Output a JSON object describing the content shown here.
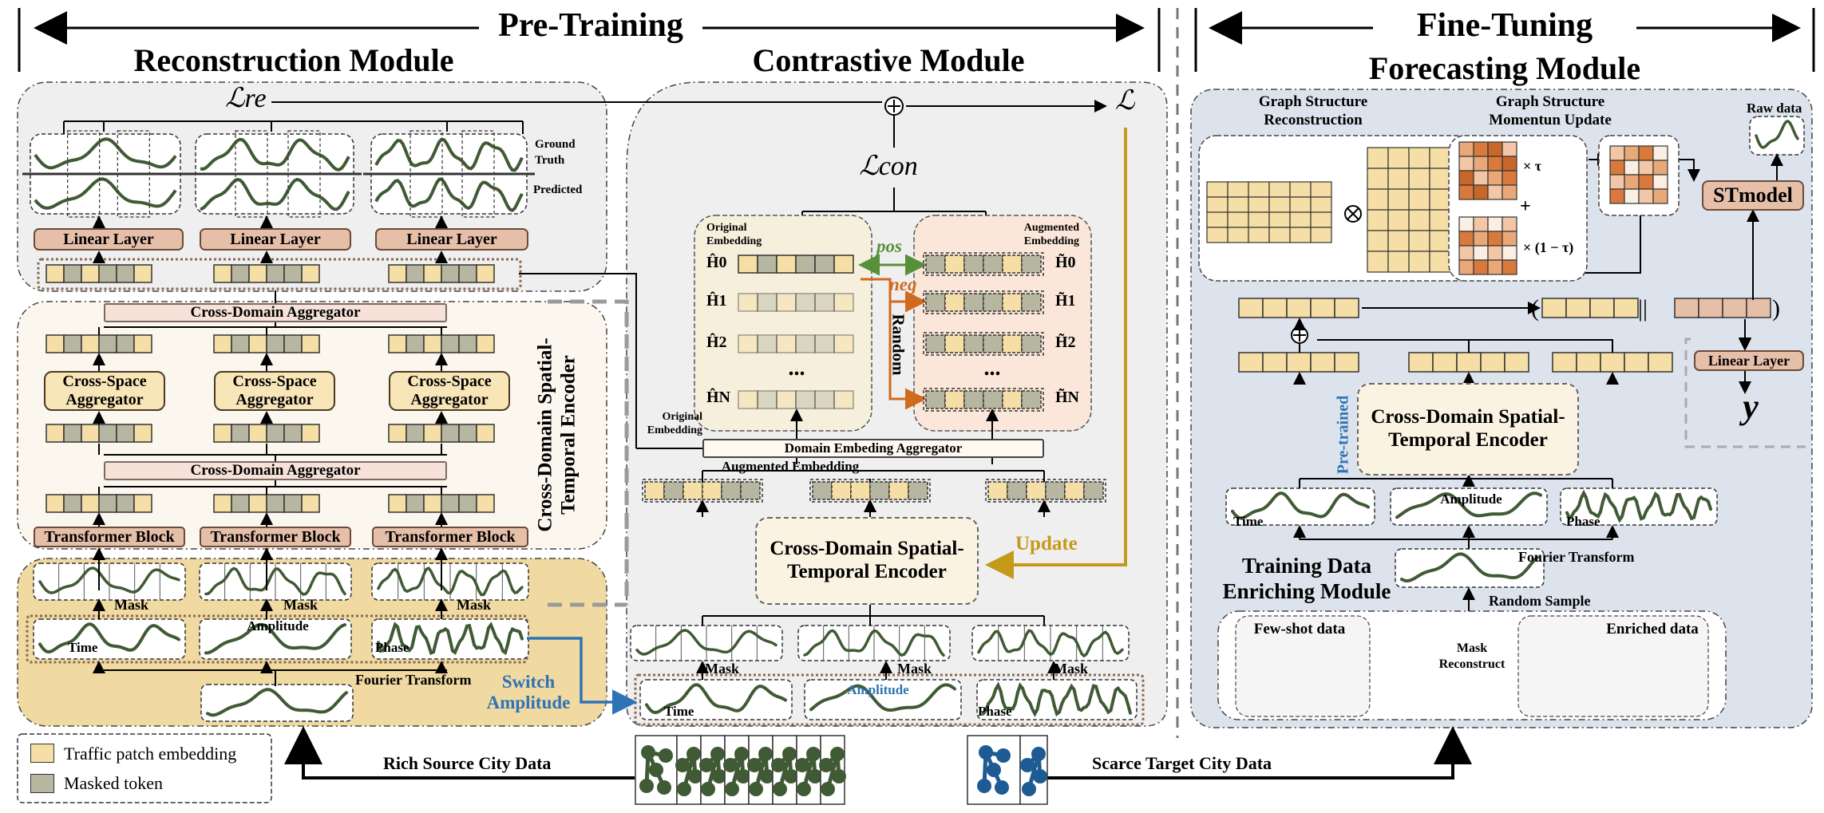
{
  "pretraining": {
    "title": "Pre-Training"
  },
  "finetuning": {
    "title": "Fine-Tuning"
  },
  "reconstruction": {
    "title": "Reconstruction Module",
    "loss": "ℒre",
    "ground_truth": "Ground Truth",
    "predicted": "Predicted",
    "linear_layer": "Linear Layer",
    "cross_domain_aggregator": "Cross-Domain Aggregator",
    "cross_space_aggregator": "Cross-Space Aggregator",
    "encoder_side_label": "Cross-Domain Spatial-Temporal Encoder",
    "transformer_block": "Transformer Block",
    "mask": "Mask",
    "time": "Time",
    "amplitude": "Amplitude",
    "phase": "Phase",
    "fourier": "Fourier Transform",
    "switch_amplitude": "Switch Amplitude"
  },
  "contrastive": {
    "title": "Contrastive Module",
    "loss_total": "ℒ",
    "loss_con": "ℒcon",
    "original_embedding": "Original Embedding",
    "augmented_embedding": "Augmented Embedding",
    "pos": "pos",
    "neg": "neg",
    "random": "Random",
    "h0": "Ĥ0",
    "h1": "Ĥ1",
    "h2": "Ĥ2",
    "hn": "ĤN",
    "ht0": "H̃0",
    "ht1": "H̃1",
    "ht2": "H̃2",
    "htn": "H̃N",
    "dots": "...",
    "original_embedding_side": "Original Embedding",
    "domain_agg": "Domain Embeding Aggregator",
    "augmented_embedding_lower": "Augmented Embedding",
    "encoder": "Cross-Domain Spatial-Temporal Encoder",
    "update": "Update",
    "mask": "Mask",
    "time": "Time",
    "amplitude": "Amplitude",
    "phase": "Phase"
  },
  "forecasting": {
    "title": "Forecasting Module",
    "gs_reconstruction": "Graph Structure Reconstruction",
    "gs_momentum": "Graph Structure Momentun Update",
    "tau": "× τ",
    "one_minus_tau": "× (1 − τ)",
    "raw_data": "Raw data",
    "stmodel": "STmodel",
    "linear_layer": "Linear Layer",
    "output": "y",
    "pretrained": "Pre-trained",
    "encoder": "Cross-Domain Spatial-Temporal Encoder",
    "time": "Time",
    "amplitude": "Amplitude",
    "phase": "Phase",
    "fourier": "Fourier Transform",
    "training_data": "Training Data Enriching Module",
    "random_sample": "Random Sample",
    "few_shot": "Few-shot data",
    "mask_reconstruct": "Mask Reconstruct",
    "enriched": "Enriched data"
  },
  "legend": {
    "patch": "Traffic patch embedding",
    "masked": "Masked token"
  },
  "bottom": {
    "rich": "Rich Source City Data",
    "scarce": "Scarce Target City Data"
  },
  "colors": {
    "patch": "#f6dfa6",
    "masked": "#b7b6a0",
    "wave": "#3f5a35",
    "switch_blue": "#2e73b5",
    "update_gold": "#c49a1a",
    "pos_green": "#58903a",
    "neg_orange": "#d1691f",
    "node_green": "#3f5a35",
    "node_blue": "#1e5a93"
  }
}
